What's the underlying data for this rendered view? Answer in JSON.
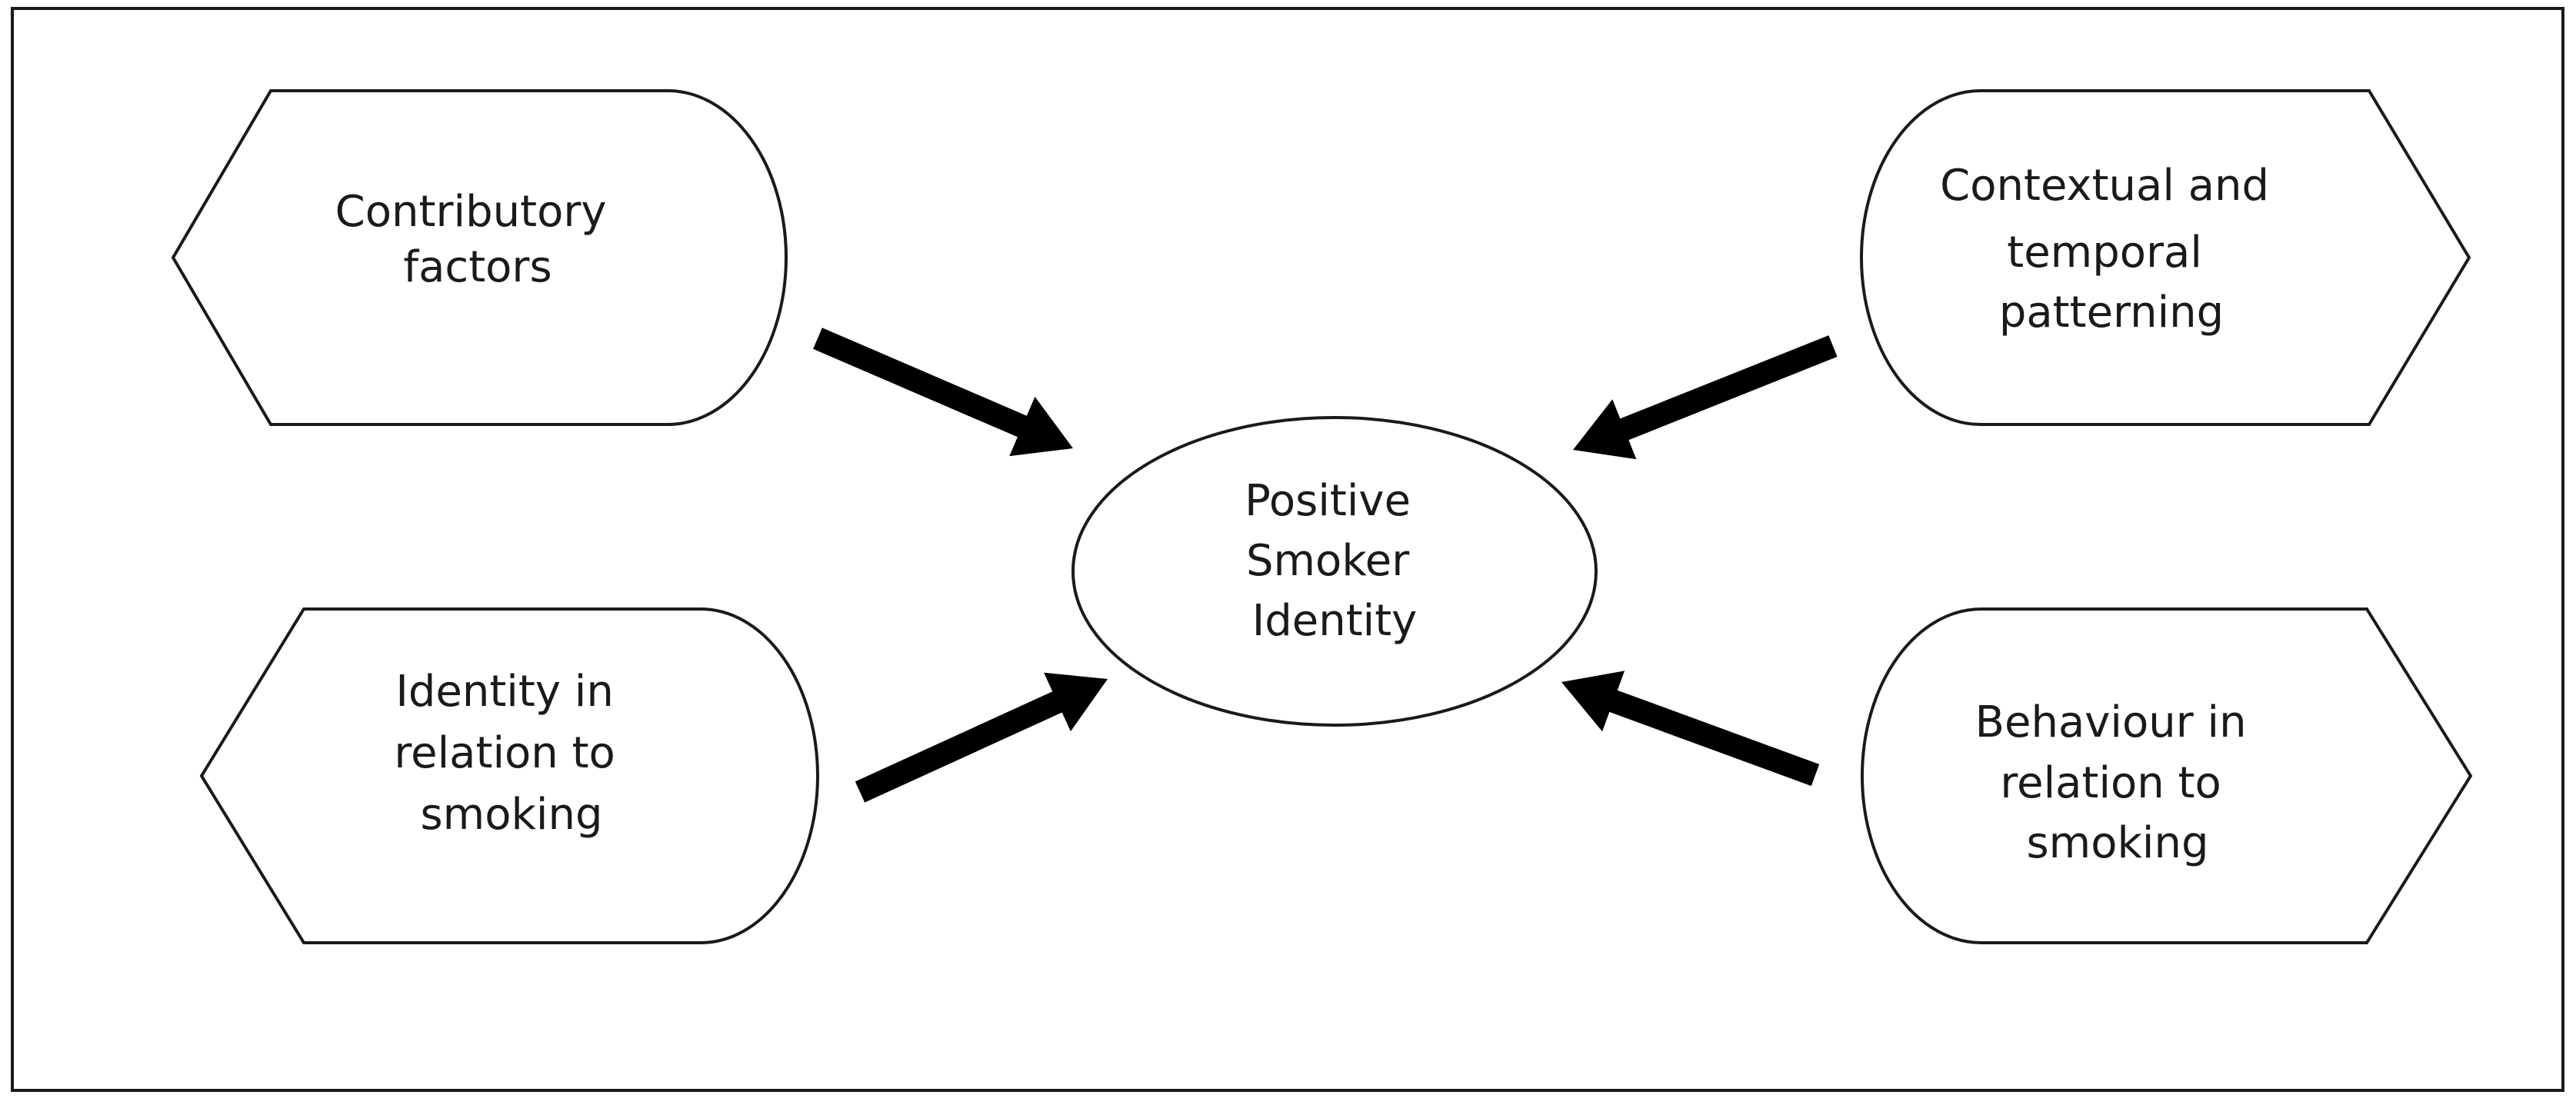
{
  "center": {
    "lines": [
      "Positive",
      "Smoker",
      "Identity"
    ]
  },
  "nodes": {
    "contributory": {
      "lines": [
        "Contributory",
        "factors"
      ]
    },
    "contextual": {
      "lines": [
        "Contextual and",
        "temporal",
        "patterning"
      ]
    },
    "identity": {
      "lines": [
        "Identity in",
        "relation to",
        "smoking"
      ]
    },
    "behaviour": {
      "lines": [
        "Behaviour in",
        "relation to",
        "smoking"
      ]
    }
  },
  "colors": {
    "stroke": "#1a1a1a",
    "arrow": "#000000",
    "text": "#1a1a1a",
    "background": "#ffffff"
  }
}
